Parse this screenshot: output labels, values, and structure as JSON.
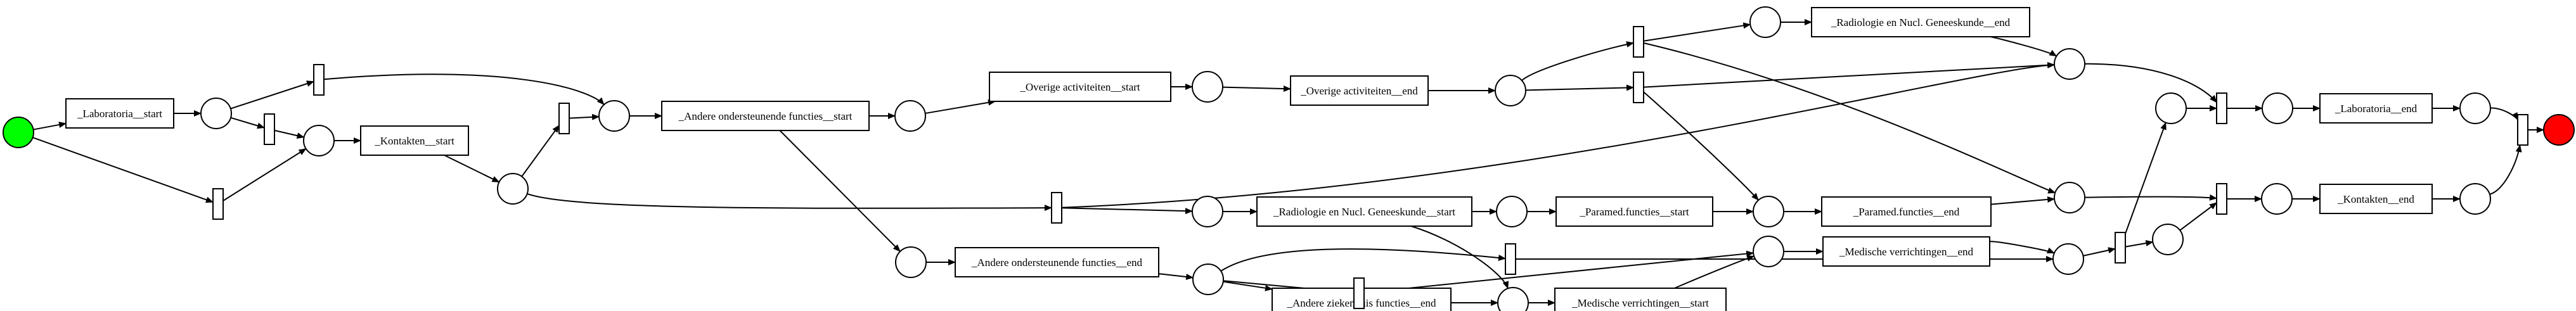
{
  "diagram": {
    "type": "petri-net",
    "colors": {
      "start": "#00ff00",
      "end": "#ff0000",
      "node": "#ffffff",
      "stroke": "#000000"
    },
    "places": [
      {
        "id": "p_start",
        "kind": "start"
      },
      {
        "id": "p1"
      },
      {
        "id": "p2"
      },
      {
        "id": "p3"
      },
      {
        "id": "p4"
      },
      {
        "id": "p5"
      },
      {
        "id": "p6"
      },
      {
        "id": "p7"
      },
      {
        "id": "p8"
      },
      {
        "id": "p9"
      },
      {
        "id": "p10"
      },
      {
        "id": "p11"
      },
      {
        "id": "p12"
      },
      {
        "id": "p13"
      },
      {
        "id": "p14"
      },
      {
        "id": "p15"
      },
      {
        "id": "p16"
      },
      {
        "id": "p17"
      },
      {
        "id": "p18"
      },
      {
        "id": "p19"
      },
      {
        "id": "p20"
      },
      {
        "id": "p21"
      },
      {
        "id": "p22"
      },
      {
        "id": "p23"
      },
      {
        "id": "p24"
      },
      {
        "id": "p25"
      },
      {
        "id": "p26"
      },
      {
        "id": "p_end",
        "kind": "end"
      }
    ],
    "transitions": [
      {
        "id": "t_lab_start",
        "label": "_Laboratoria__start"
      },
      {
        "id": "t_kon_start",
        "label": "_Kontakten__start"
      },
      {
        "id": "t_aof_start",
        "label": "_Andere ondersteunende functies__start"
      },
      {
        "id": "t_aof_end",
        "label": "_Andere ondersteunende functies__end"
      },
      {
        "id": "t_ova_start",
        "label": "_Overige activiteiten__start"
      },
      {
        "id": "t_ova_end",
        "label": "_Overige activiteiten__end"
      },
      {
        "id": "t_rad_end",
        "label": "_Radiologie en Nucl. Geneeskunde__end"
      },
      {
        "id": "t_rad_start",
        "label": "_Radiologie en Nucl. Geneeskunde__start"
      },
      {
        "id": "t_par_start",
        "label": "_Paramed.functies__start"
      },
      {
        "id": "t_par_end",
        "label": "_Paramed.functies__end"
      },
      {
        "id": "t_azf_end",
        "label": "_Andere ziekenhuis functies__end"
      },
      {
        "id": "t_mv_start",
        "label": "_Medische verrichtingen__start"
      },
      {
        "id": "t_mv_end",
        "label": "_Medische verrichtingen__end"
      },
      {
        "id": "t_lab_end",
        "label": "_Laboratoria__end"
      },
      {
        "id": "t_kon_end",
        "label": "_Kontakten__end"
      },
      {
        "id": "s1"
      },
      {
        "id": "s2"
      },
      {
        "id": "s3"
      },
      {
        "id": "s4"
      },
      {
        "id": "s5"
      },
      {
        "id": "s6"
      },
      {
        "id": "s7"
      },
      {
        "id": "s8"
      },
      {
        "id": "s9"
      },
      {
        "id": "s10"
      },
      {
        "id": "s11"
      },
      {
        "id": "s12"
      },
      {
        "id": "s13"
      }
    ],
    "arcs": [
      [
        "p_start",
        "t_lab_start"
      ],
      [
        "p_start",
        "s2"
      ],
      [
        "t_lab_start",
        "p1"
      ],
      [
        "p1",
        "s1"
      ],
      [
        "p1",
        "s3"
      ],
      [
        "s2",
        "p2"
      ],
      [
        "s3",
        "p2"
      ],
      [
        "s1",
        "p4"
      ],
      [
        "p2",
        "t_kon_start"
      ],
      [
        "t_kon_start",
        "p3"
      ],
      [
        "p3",
        "s4"
      ],
      [
        "p3",
        "s5"
      ],
      [
        "s4",
        "p4"
      ],
      [
        "p4",
        "t_aof_start"
      ],
      [
        "t_aof_start",
        "p5"
      ],
      [
        "t_aof_start",
        "p6"
      ],
      [
        "p5",
        "t_ova_start"
      ],
      [
        "t_ova_start",
        "p7"
      ],
      [
        "p7",
        "t_ova_end"
      ],
      [
        "t_ova_end",
        "p8"
      ],
      [
        "p8",
        "s6"
      ],
      [
        "p8",
        "s7"
      ],
      [
        "s6",
        "p9"
      ],
      [
        "p9",
        "t_rad_end"
      ],
      [
        "s6",
        "p19"
      ],
      [
        "s7",
        "p10"
      ],
      [
        "s7",
        "p20"
      ],
      [
        "p20",
        "t_par_end"
      ],
      [
        "s5",
        "p10"
      ],
      [
        "s5",
        "p11"
      ],
      [
        "p11",
        "t_rad_start"
      ],
      [
        "t_rad_start",
        "p12"
      ],
      [
        "t_rad_start",
        "p16"
      ],
      [
        "p12",
        "t_par_start"
      ],
      [
        "t_par_start",
        "p20"
      ],
      [
        "p6",
        "t_aof_end"
      ],
      [
        "t_aof_end",
        "p13"
      ],
      [
        "p13",
        "s8"
      ],
      [
        "p13",
        "s9"
      ],
      [
        "p13",
        "t_azf_end"
      ],
      [
        "s8",
        "p15"
      ],
      [
        "s9",
        "p14"
      ],
      [
        "t_azf_end",
        "p16"
      ],
      [
        "p16",
        "t_mv_start"
      ],
      [
        "t_mv_start",
        "p14"
      ],
      [
        "p14",
        "t_mv_end"
      ],
      [
        "t_mv_end",
        "p15"
      ],
      [
        "t_par_end",
        "p19"
      ],
      [
        "t_rad_end",
        "p10"
      ],
      [
        "p15",
        "s10"
      ],
      [
        "s10",
        "p17"
      ],
      [
        "s10",
        "p18"
      ],
      [
        "p10",
        "s11"
      ],
      [
        "p17",
        "s11"
      ],
      [
        "s11",
        "p21"
      ],
      [
        "p21",
        "t_lab_end"
      ],
      [
        "t_lab_end",
        "p22"
      ],
      [
        "p19",
        "s12"
      ],
      [
        "p18",
        "s12"
      ],
      [
        "s12",
        "p23"
      ],
      [
        "p23",
        "t_kon_end"
      ],
      [
        "t_kon_end",
        "p24"
      ],
      [
        "p22",
        "s13"
      ],
      [
        "p24",
        "s13"
      ],
      [
        "s13",
        "p_end"
      ]
    ]
  }
}
